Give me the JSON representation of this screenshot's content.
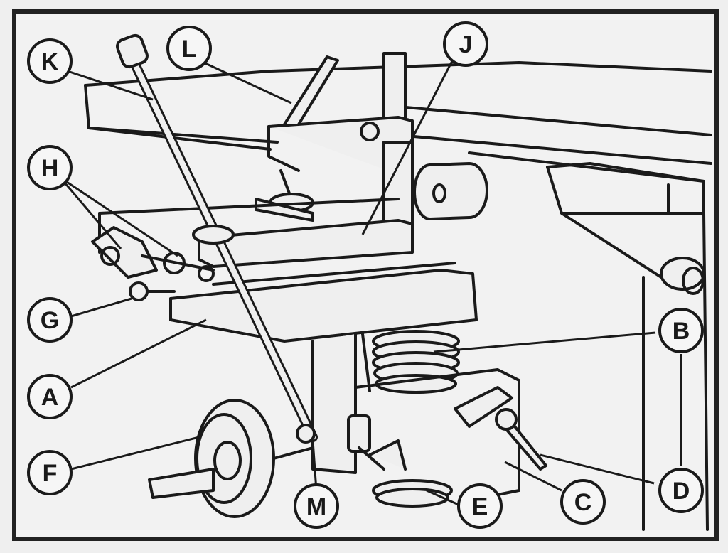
{
  "diagram": {
    "callouts": [
      {
        "id": "K",
        "label": "K"
      },
      {
        "id": "L",
        "label": "L"
      },
      {
        "id": "J",
        "label": "J"
      },
      {
        "id": "H",
        "label": "H"
      },
      {
        "id": "G",
        "label": "G"
      },
      {
        "id": "A",
        "label": "A"
      },
      {
        "id": "F",
        "label": "F"
      },
      {
        "id": "M",
        "label": "M"
      },
      {
        "id": "E",
        "label": "E"
      },
      {
        "id": "C",
        "label": "C"
      },
      {
        "id": "D",
        "label": "D"
      },
      {
        "id": "B",
        "label": "B"
      }
    ]
  },
  "colors": {
    "ink": "#1a1a1a",
    "paper": "#efefef",
    "frame": "#222222"
  }
}
